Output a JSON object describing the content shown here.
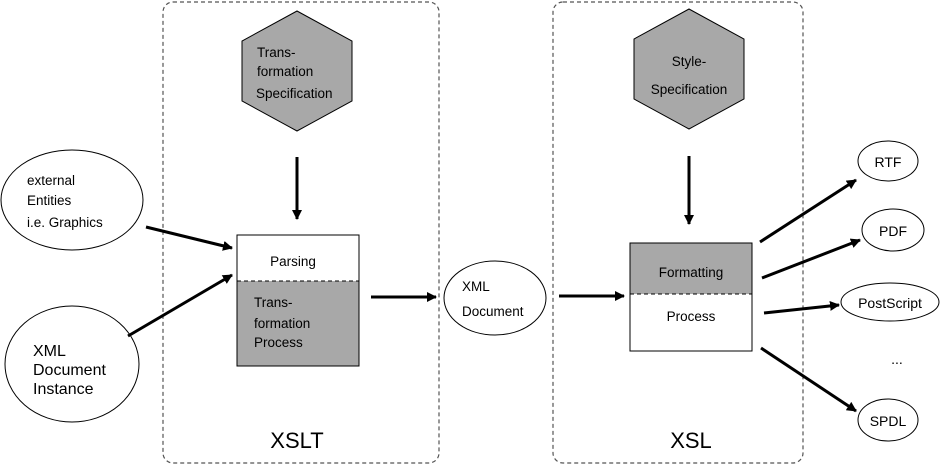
{
  "diagram": {
    "groups": {
      "xslt": "XSLT",
      "xsl": "XSL"
    },
    "transformation_spec": [
      "Trans-",
      "formation",
      "Specification"
    ],
    "style_spec": [
      "Style-",
      "Specification"
    ],
    "external_entities": [
      "external",
      "Entities",
      "i.e. Graphics"
    ],
    "xml_instance": [
      "XML",
      "Document",
      "Instance"
    ],
    "parsing": "Parsing",
    "transformation_process": [
      "Trans-",
      "formation",
      "Process"
    ],
    "xml_document": [
      "XML",
      "Document"
    ],
    "formatting": "Formatting",
    "process": "Process",
    "outputs": {
      "rtf": "RTF",
      "pdf": "PDF",
      "postscript": "PostScript",
      "more": "...",
      "spdl": "SPDL"
    },
    "colors": {
      "fill_gray": "#a8a8a8",
      "stroke": "#000000",
      "frame": "#555555"
    }
  }
}
